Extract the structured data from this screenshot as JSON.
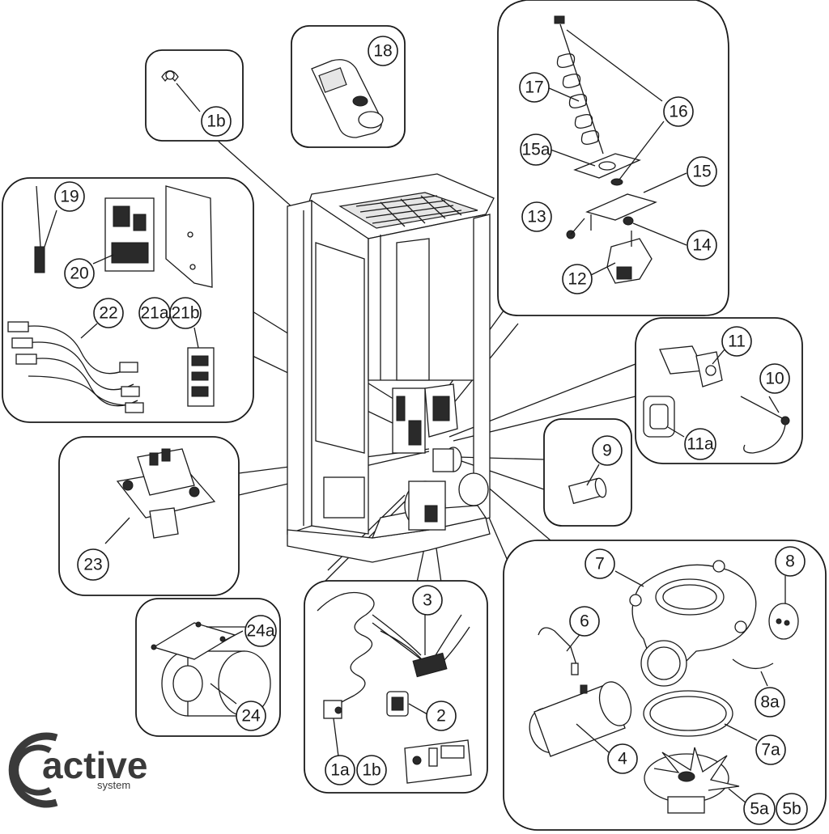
{
  "brand": {
    "name": "active",
    "sub": "system"
  },
  "labels": {
    "l1b_top": "1b",
    "l18": "18",
    "l16": "16",
    "l17": "17",
    "l15a": "15a",
    "l15": "15",
    "l13": "13",
    "l14": "14",
    "l12": "12",
    "l19": "19",
    "l20": "20",
    "l22": "22",
    "l21a": "21a",
    "l21b": "21b",
    "l11": "11",
    "l10": "10",
    "l11a": "11a",
    "l9": "9",
    "l23": "23",
    "l24a": "24a",
    "l24": "24",
    "l3": "3",
    "l2": "2",
    "l1a": "1a",
    "l1b_bottom": "1b",
    "l7": "7",
    "l8": "8",
    "l6": "6",
    "l8a": "8a",
    "l7a": "7a",
    "l4": "4",
    "l5a": "5a",
    "l5b": "5b"
  }
}
